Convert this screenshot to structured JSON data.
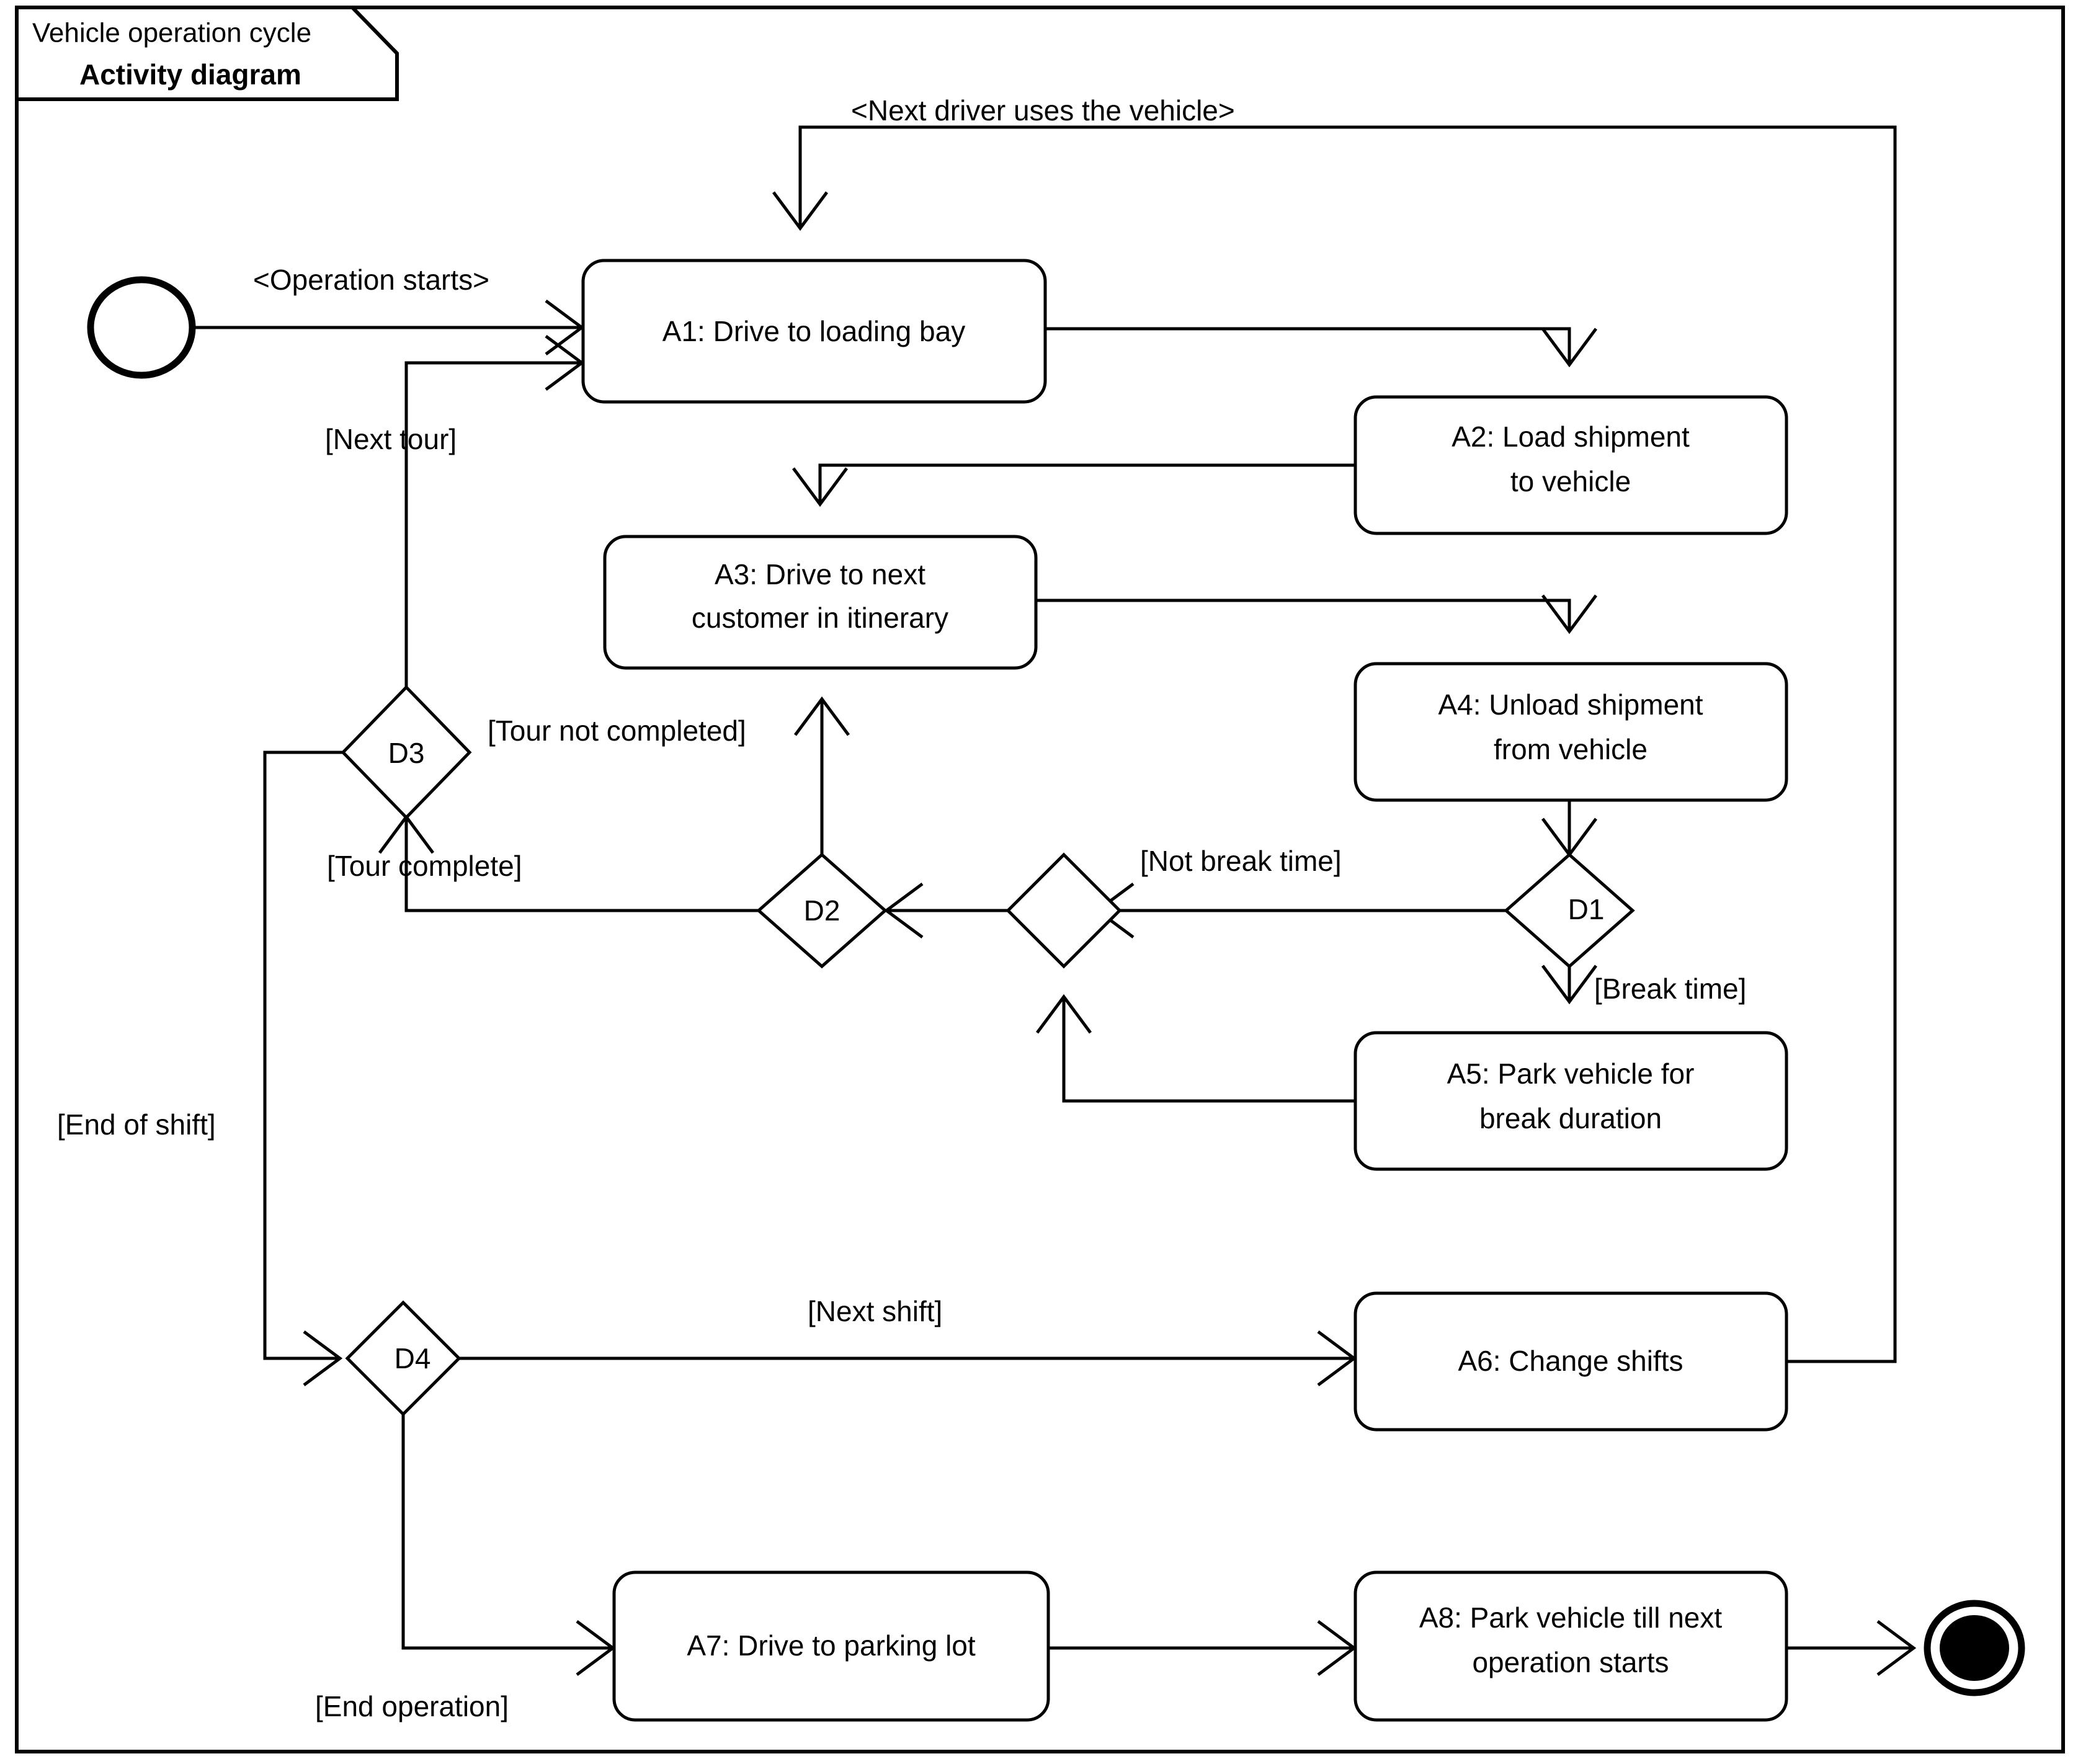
{
  "diagram": {
    "header": {
      "subject": "Vehicle operation cycle",
      "kind": "Activity diagram"
    },
    "colors": {
      "stroke": "#000000",
      "fill": "#ffffff",
      "background": "#ffffff"
    },
    "activities": {
      "a1": {
        "line1": "A1: Drive to loading bay",
        "line2": ""
      },
      "a2": {
        "line1": "A2: Load shipment",
        "line2": "to vehicle"
      },
      "a3": {
        "line1": "A3: Drive to next",
        "line2": "customer in itinerary"
      },
      "a4": {
        "line1": "A4: Unload shipment",
        "line2": "from vehicle"
      },
      "a5": {
        "line1": "A5: Park vehicle for",
        "line2": "break duration"
      },
      "a6": {
        "line1": "A6: Change shifts",
        "line2": ""
      },
      "a7": {
        "line1": "A7: Drive to parking lot",
        "line2": ""
      },
      "a8": {
        "line1": "A8: Park vehicle till next",
        "line2": "operation starts"
      }
    },
    "decisions": {
      "d1": "D1",
      "d2": "D2",
      "d3": "D3",
      "d4": "D4",
      "merge_break": ""
    },
    "edge_labels": {
      "operation_starts": "<Operation starts>",
      "next_driver": "<Next driver uses the vehicle>",
      "next_tour": "[Next tour]",
      "tour_not_completed": "[Tour not completed]",
      "tour_complete": "[Tour complete]",
      "not_break_time": "[Not break time]",
      "break_time": "[Break time]",
      "end_of_shift": "[End of shift]",
      "next_shift": "[Next shift]",
      "end_operation": "[End operation]"
    },
    "nodes_meta": {
      "initial": "initial-node",
      "final": "final-node"
    }
  }
}
